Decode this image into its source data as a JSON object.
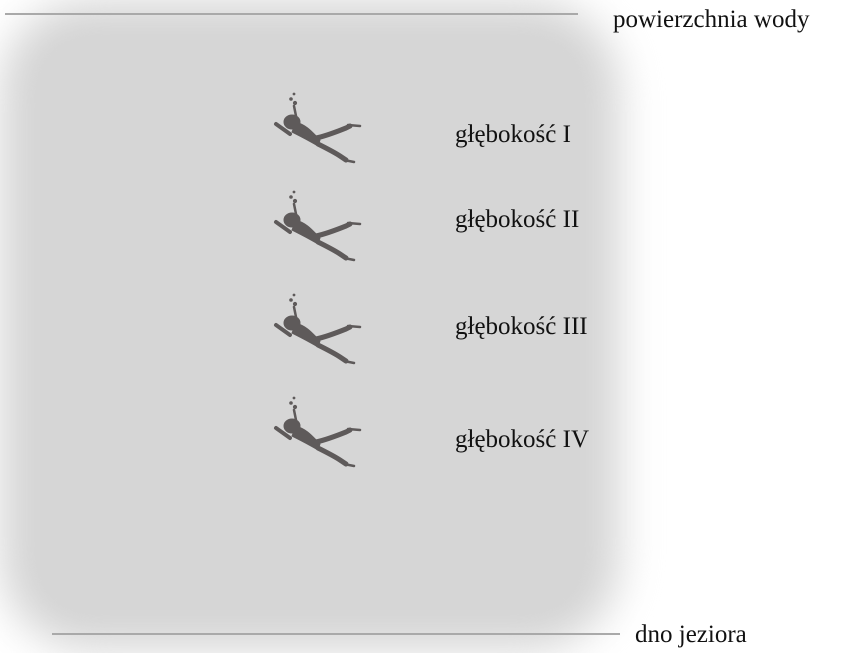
{
  "surface_label": "powierzchnia wody",
  "bottom_label": "dno jeziora",
  "depths": [
    {
      "label": "głębokość I"
    },
    {
      "label": "głębokość II"
    },
    {
      "label": "głębokość III"
    },
    {
      "label": "głębokość IV"
    }
  ],
  "colors": {
    "water": "#d6d6d6",
    "lines": "#a9a9a9",
    "diver": "#5e5a5a"
  },
  "icons": {
    "diver": "scuba-diver-icon"
  }
}
